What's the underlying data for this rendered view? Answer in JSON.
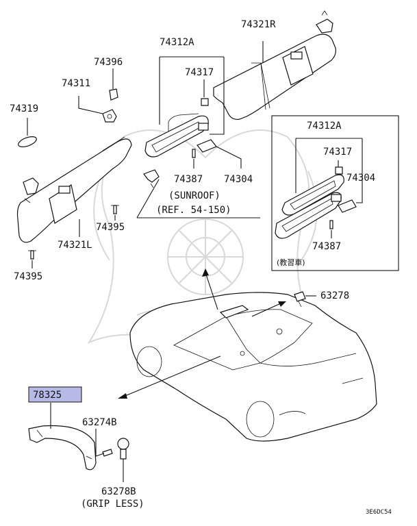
{
  "labels": {
    "p74321R": "74321R",
    "p74312A_top": "74312A",
    "p74396": "74396",
    "p74317_top": "74317",
    "p74311": "74311",
    "p74319": "74319",
    "p74387_top": "74387",
    "p74304_top": "74304",
    "sunroof_line1": "(SUNROOF)",
    "sunroof_line2": "(REF. 54-150)",
    "p74395_a": "74395",
    "p74321L": "74321L",
    "p74395_b": "74395",
    "p74312A_box": "74312A",
    "p74317_box": "74317",
    "p74304_box": "74304",
    "p74387_box": "74387",
    "box_note": "(教習車)",
    "p63278_right": "63278",
    "p78325": "78325",
    "p63274B": "63274B",
    "p63278B": "63278B",
    "grip_less": "(GRIP LESS)",
    "diagram_code": "3E6DC54"
  },
  "colors": {
    "highlight": "#b7b9e6",
    "line": "#111111",
    "watermark": "#d8d8d8"
  }
}
